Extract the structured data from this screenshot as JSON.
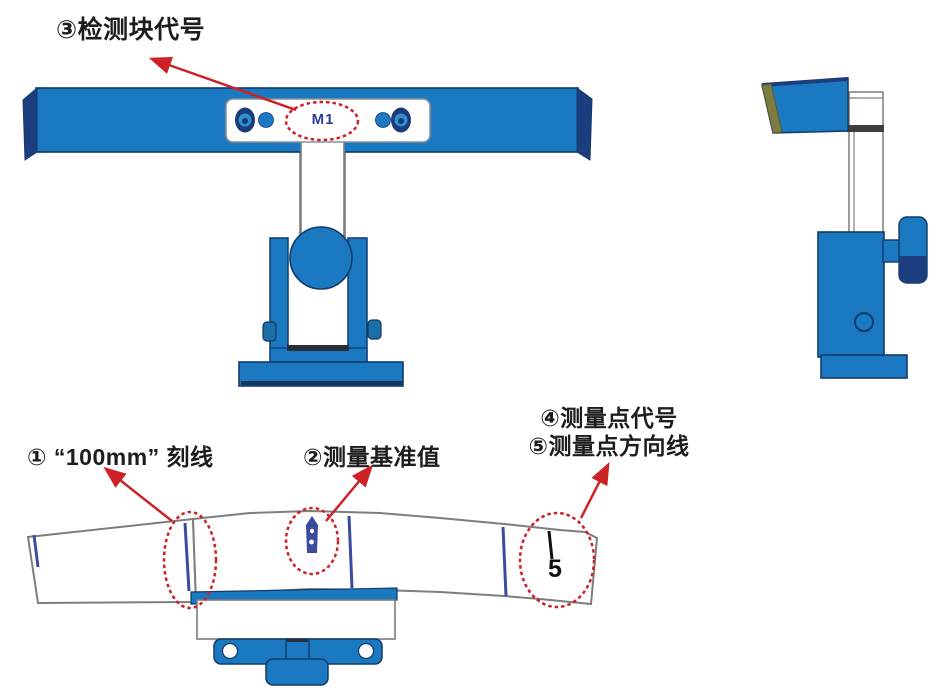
{
  "annotations": {
    "block_code_label": "③检测块代号",
    "scale_line_label": "① “100mm” 刻线",
    "reference_value_label": "②测量基准值",
    "point_code_label": "④测量点代号",
    "point_direction_label": "⑤测量点方向线"
  },
  "markings": {
    "block_id": "M1",
    "point_number": "5"
  },
  "colors": {
    "body_blue": "#1b79c1",
    "edge_navy": "#1c3e7e",
    "outline_navy": "#123a6b",
    "annotation_red": "#cc2127",
    "tick_blue": "#3b4ba0",
    "olive_edge": "#7c7c42",
    "outline_grey": "#7d7d7d",
    "dark_band": "#3f3f3f"
  }
}
